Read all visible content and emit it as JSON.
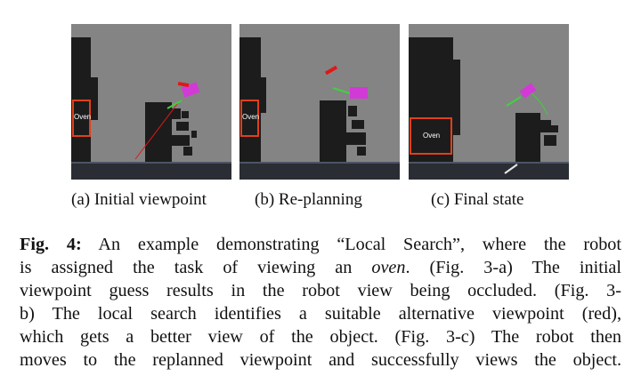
{
  "panels": [
    {
      "id": "a",
      "object_label": "Oven",
      "subcaption": "(a) Initial viewpoint"
    },
    {
      "id": "b",
      "object_label": "Oven",
      "subcaption": "(b) Re-planning"
    },
    {
      "id": "c",
      "object_label": "Oven",
      "subcaption": "(c) Final state"
    }
  ],
  "caption": {
    "label": "Fig. 4:",
    "lines": [
      {
        "pre": " An example demonstrating “Local Search”, where the robot"
      },
      {
        "pre": "is assigned the task of viewing an ",
        "em": "oven",
        "post": ". (Fig. 3-a) The initial"
      },
      {
        "pre": "viewpoint guess results in the robot view being occluded. (Fig. 3-"
      },
      {
        "pre": "b) The local search identifies a suitable alternative viewpoint (red),"
      },
      {
        "pre": "which gets a better view of the object. (Fig. 3-c) The robot then"
      },
      {
        "pre": "moves to the replanned viewpoint and successfully views the object."
      }
    ]
  },
  "colors": {
    "map_background": "#848484",
    "obstacle": "#1c1c1c",
    "floor": "#2a2d33",
    "oven_box": "#e0401a",
    "robot": "#d23ad6",
    "replanned_viewpoint": "#e01818",
    "view_ray": "#3fd23a"
  }
}
